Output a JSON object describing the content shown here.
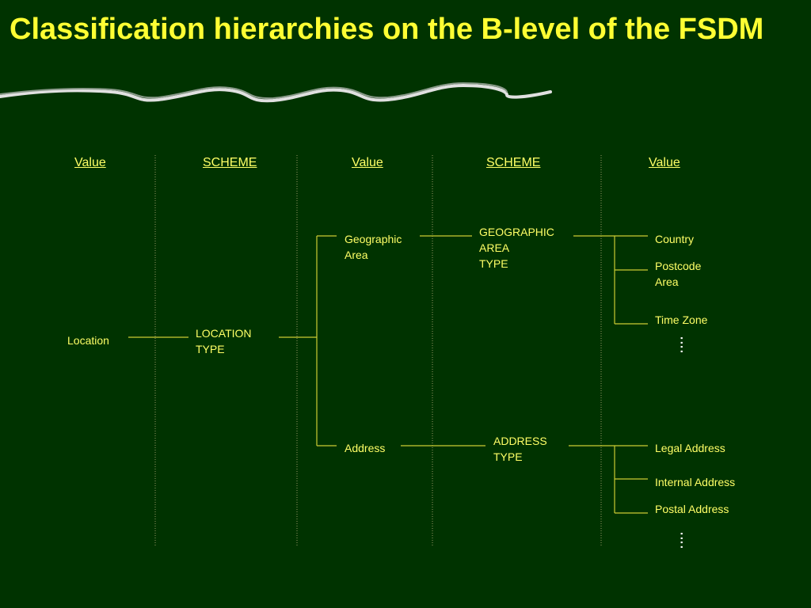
{
  "title": "Classification hierarchies on the B-level of the FSDM",
  "colors": {
    "background": "#003300",
    "text": "#ffff66",
    "title": "#ffff33",
    "lines": "#cccc33"
  },
  "headers": [
    "Value",
    "SCHEME",
    "Value",
    "SCHEME",
    "Value"
  ],
  "nodes": {
    "location": "Location",
    "location_type": "LOCATION\nTYPE",
    "geographic_area": "Geographic\nArea",
    "address": "Address",
    "geographic_area_type": "GEOGRAPHIC\nAREA\nTYPE",
    "address_type": "ADDRESS\nTYPE",
    "country": "Country",
    "postcode_area": "Postcode\nArea",
    "time_zone": "Time Zone",
    "legal_address": "Legal Address",
    "internal_address": "Internal Address",
    "postal_address": "Postal Address"
  },
  "continuation_marks": ":\n:"
}
